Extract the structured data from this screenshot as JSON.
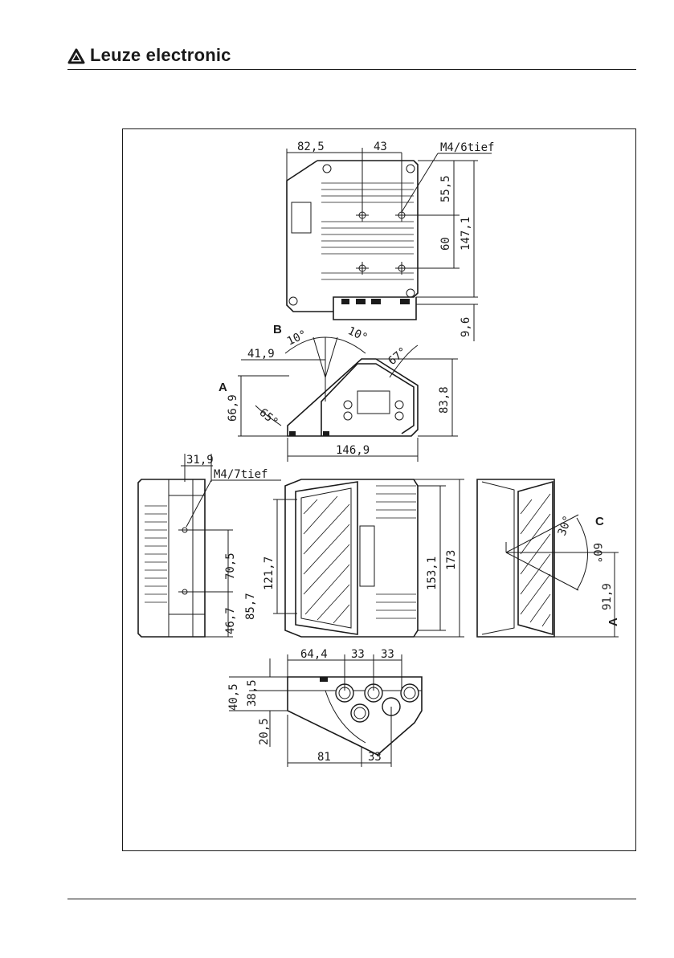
{
  "header": {
    "brand": "Leuze electronic",
    "logo_icon": "leuze-triangle-logo-icon"
  },
  "drawing": {
    "top_view": {
      "dims": [
        "82,5",
        "43",
        "M4/6tief",
        "55,5",
        "60",
        "147,1",
        "9,6"
      ]
    },
    "side_view": {
      "dims": [
        "41,9",
        "10°",
        "10°",
        "67°",
        "65°",
        "66,9",
        "83,8",
        "146,9"
      ],
      "labels": [
        "A",
        "B"
      ]
    },
    "left_view": {
      "dims": [
        "31,9",
        "M4/7tief",
        "70,5",
        "46,7",
        "85,7"
      ]
    },
    "front_view": {
      "dims": [
        "121,7",
        "153,1",
        "173"
      ]
    },
    "right_view": {
      "dims": [
        "30°",
        "60°",
        "91,9"
      ],
      "labels": [
        "C",
        "A"
      ]
    },
    "bottom_view": {
      "dims": [
        "64,4",
        "33",
        "33",
        "40,5",
        "38,5",
        "20,5",
        "81",
        "33"
      ]
    }
  }
}
